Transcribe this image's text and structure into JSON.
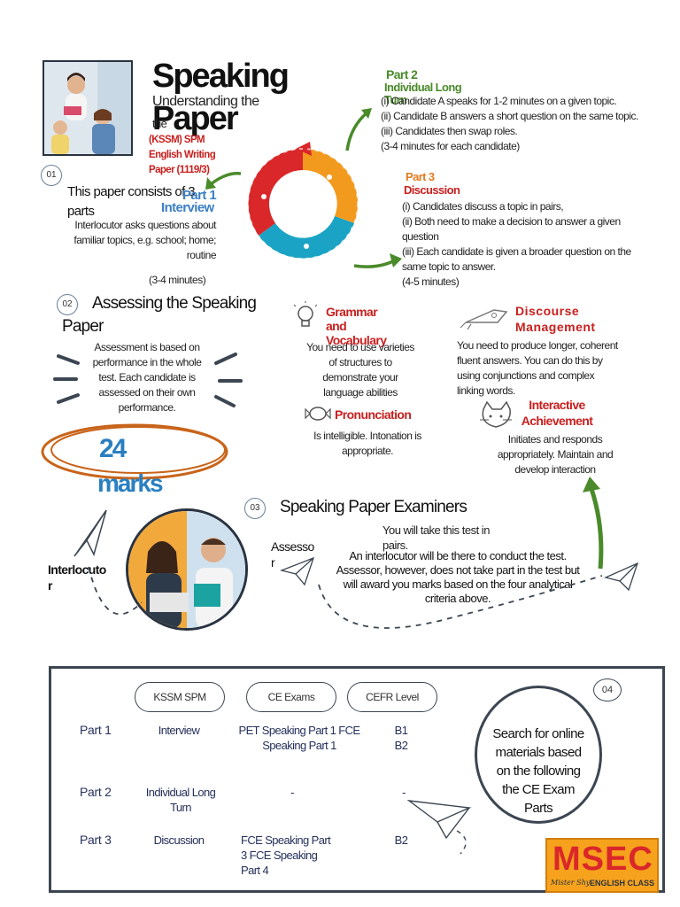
{
  "header": {
    "title_line1": "Speaking",
    "title_line2": "Paper",
    "subtitle": "Understanding the",
    "subtitle_cut": "the",
    "exam_ref": "(KSSM) SPM English Writing Paper (1119/3)"
  },
  "part1": {
    "badge": "01",
    "heading": "This paper consists of 3 parts",
    "label": "Part 1",
    "name": "Interview",
    "desc": "Interlocutor asks questions about familiar topics, e.g. school; home; routine",
    "time": "(3-4 minutes)"
  },
  "part2": {
    "label": "Part 2",
    "name": "Individual Long Turn",
    "items": [
      "(i) Candidate A speaks for 1-2 minutes on a given topic.",
      "(ii) Candidate B answers a short question on the same topic.",
      "(iii) Candidates then swap roles.",
      "(3-4 minutes for each candidate)"
    ]
  },
  "part3": {
    "label": "Part 3",
    "name": "Discussion",
    "items": [
      "(i) Candidates discuss a topic in pairs,",
      "(ii) Both need to make a decision to answer a given question",
      "(iii) Each candidate is given a broader question on the same topic to answer.",
      "(4-5 minutes)"
    ]
  },
  "assessing": {
    "badge": "02",
    "heading": "Assessing the Speaking Paper",
    "desc": "Assessment is based on performance in the whole test. Each candidate is assessed on their own performance.",
    "marks_num": "24",
    "marks_word": "marks"
  },
  "criteria": {
    "grammar": {
      "title": "Grammar and Vocabulary",
      "desc": "You need to use varieties of structures to demonstrate your language abilities"
    },
    "discourse": {
      "title": "Discourse Management",
      "desc": "You need to produce longer, coherent fluent answers. You can do this by using conjunctions and complex linking words."
    },
    "pronunciation": {
      "title": "Pronunciation",
      "desc": "Is intelligible. Intonation is appropriate."
    },
    "interactive": {
      "title": "Interactive Achievement",
      "desc": "Initiates and responds appropriately. Maintain and develop interaction"
    }
  },
  "examiners": {
    "badge": "03",
    "heading": "Speaking Paper Examiners",
    "pairs": "You will take this test in pairs.",
    "assessor": "Assessor",
    "interlocutor": "Interlocutor",
    "desc": "An interlocutor will be there to conduct the test. Assessor, however, does not take part in the test but will award you marks based on the four analytical criteria above."
  },
  "table": {
    "badge": "04",
    "headers": [
      "KSSM SPM",
      "CE Exams",
      "CEFR Level"
    ],
    "rows": [
      {
        "part": "Part 1",
        "kssm": "Interview",
        "ce": "PET Speaking Part 1 FCE Speaking Part 1",
        "cefr": "B1 B2"
      },
      {
        "part": "Part 2",
        "kssm": "Individual Long Turn",
        "ce": "-",
        "cefr": "-"
      },
      {
        "part": "Part 3",
        "kssm": "Discussion",
        "ce": "FCE Speaking Part 3 FCE Speaking Part 4",
        "cefr": "B2"
      }
    ],
    "search_note": "Search for online materials based on the following the CE Exam Parts"
  },
  "logo": {
    "brand": "MSEC",
    "tagline_script": "Mister Shy",
    "tagline": "ENGLISH CLASS"
  },
  "colors": {
    "red": "#c8201f",
    "green": "#4a8a2a",
    "blue": "#3b7fc4",
    "orange": "#f29a1e",
    "teal": "#1aa3c4",
    "navy": "#25315c"
  }
}
